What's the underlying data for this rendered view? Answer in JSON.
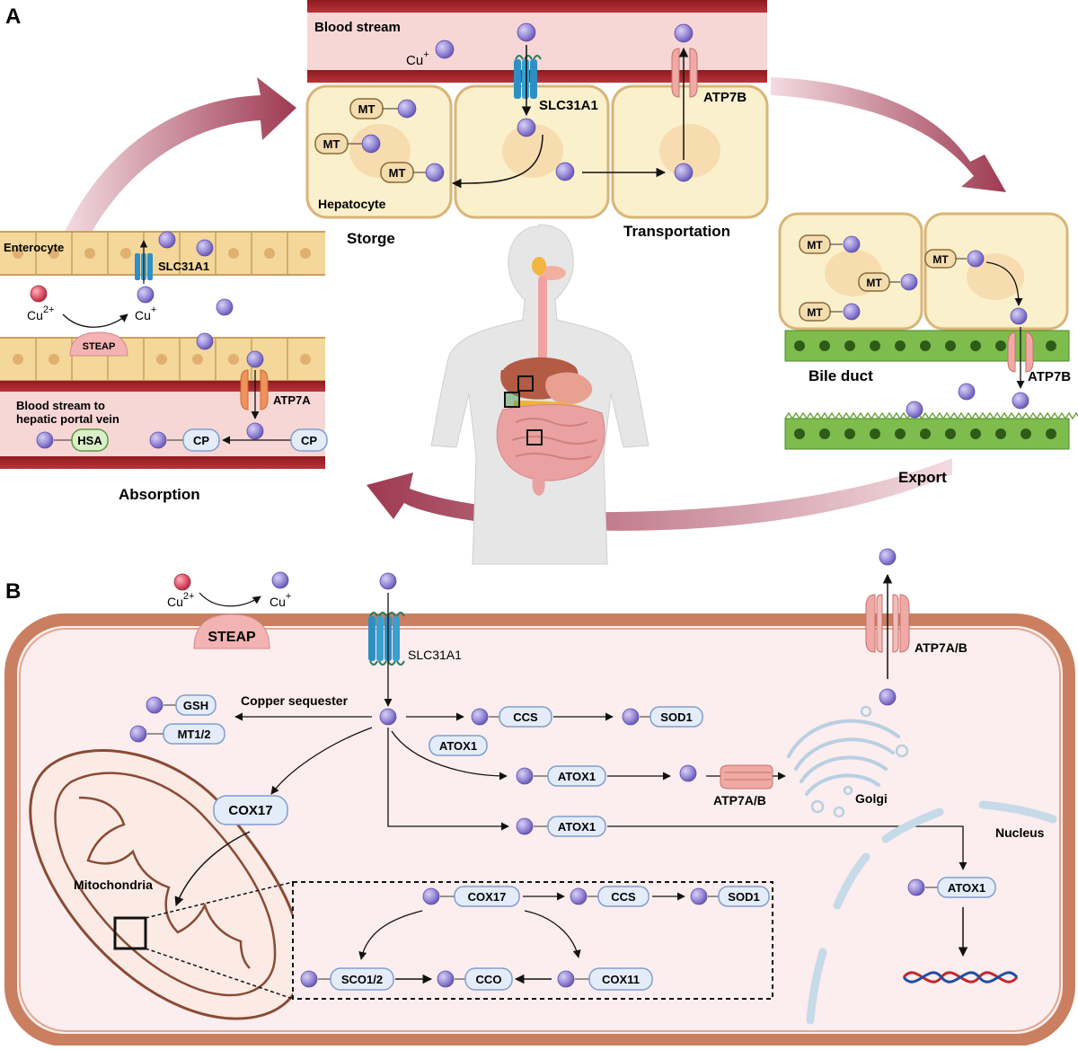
{
  "panel_a": {
    "label": "A",
    "blood_stream": "Blood stream",
    "cu_plus_base": "Cu",
    "cu_plus_sup": "+",
    "slc31a1": "SLC31A1",
    "atp7b": "ATP7B",
    "mt": "MT",
    "hepatocyte": "Hepatocyte",
    "storge": "Storge",
    "transportation": "Transportation",
    "enterocyte": "Enterocyte",
    "cu2_base": "Cu",
    "cu2_sup": "2+",
    "steap": "STEAP",
    "atp7a": "ATP7A",
    "blood_portal_line1": "Blood stream to",
    "blood_portal_line2": "hepatic portal vein",
    "hsa": "HSA",
    "cp": "CP",
    "absorption": "Absorption",
    "bile_duct": "Bile duct",
    "export": "Export"
  },
  "panel_b": {
    "label": "B",
    "cu2_base": "Cu",
    "cu2_sup": "2+",
    "cu_plus_base": "Cu",
    "cu_plus_sup": "+",
    "steap": "STEAP",
    "slc31a1": "SLC31A1",
    "atp7ab": "ATP7A/B",
    "copper_sequester": "Copper sequester",
    "gsh": "GSH",
    "mt12": "MT1/2",
    "ccs": "CCS",
    "sod1": "SOD1",
    "atox1": "ATOX1",
    "cox17": "COX17",
    "golgi": "Golgi",
    "nucleus": "Nucleus",
    "mitochondria": "Mitochondria",
    "sco12": "SCO1/2",
    "cco": "CCO",
    "cox11": "COX11"
  },
  "colors": {
    "copper_ion": "#9b8ed8",
    "cu2_ion": "#e05a6e",
    "vessel": "#9a1f25",
    "blood_fill": "#f7d6d6",
    "cell_fill": "#fbf0cc",
    "cell_stroke": "#d9b578",
    "arrow_flow": "#a8475a",
    "protein_fill": "#e3ecf8",
    "protein_stroke": "#7f9fcf",
    "membrane": "#c97f60",
    "cell_interior": "#fcedee",
    "transporter_blue": "#2f8fc2",
    "atp_pink": "#f0aaa6",
    "bile_green": "#7fbc4e"
  }
}
